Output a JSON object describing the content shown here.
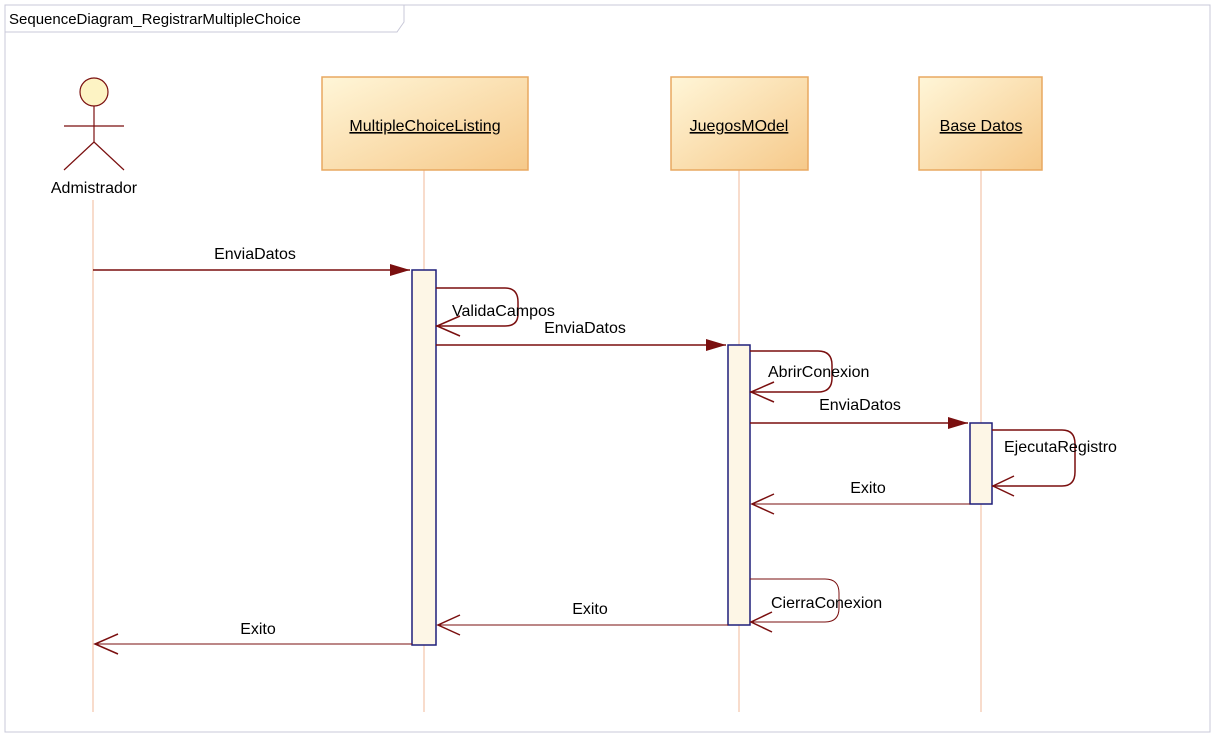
{
  "frame": {
    "title": "SequenceDiagram_RegistrarMultipleChoice"
  },
  "actor": {
    "label": "Admistrador"
  },
  "objects": [
    {
      "label": "MultipleChoiceListing"
    },
    {
      "label": "JuegosMOdel"
    },
    {
      "label": "Base Datos"
    }
  ],
  "messages": [
    {
      "label": "EnviaDatos",
      "kind": "sync"
    },
    {
      "label": "ValidaCampos",
      "kind": "self"
    },
    {
      "label": "EnviaDatos",
      "kind": "sync"
    },
    {
      "label": "AbrirConexion",
      "kind": "self"
    },
    {
      "label": "EnviaDatos",
      "kind": "sync"
    },
    {
      "label": "EjecutaRegistro",
      "kind": "self"
    },
    {
      "label": "Exito",
      "kind": "return"
    },
    {
      "label": "CierraConexion",
      "kind": "self"
    },
    {
      "label": "Exito",
      "kind": "return"
    },
    {
      "label": "Exito",
      "kind": "return"
    }
  ],
  "colors": {
    "message_line": "#7a0f0f",
    "lifeline": "#f0b89a",
    "object_fill": "#fbe7b6",
    "object_border": "#e8a860",
    "activation_border": "#1f1f7a",
    "activation_fill": "#fdf6e6",
    "actor_fill": "#fdf3c4",
    "actor_stroke": "#7a0f0f",
    "frame_border": "#c8c8d8"
  }
}
